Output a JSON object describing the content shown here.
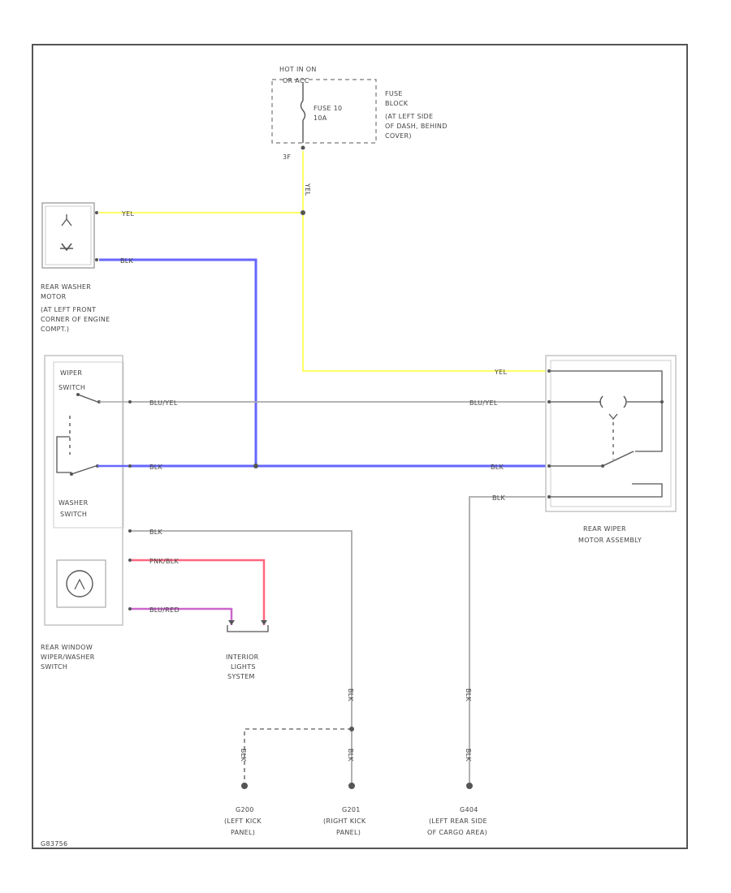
{
  "colors": {
    "frame": "#555555",
    "gray": "#a9a9a9",
    "yellow": "#ffff66",
    "blue": "#6666ff",
    "red": "#ff6680",
    "purple": "#cc66cc",
    "dark": "#555555"
  },
  "fuse_block": {
    "hot": [
      "HOT IN ON",
      "OR ACC"
    ],
    "fuse": [
      "FUSE 10",
      "10A"
    ],
    "location": [
      "FUSE",
      "BLOCK",
      "(AT LEFT SIDE",
      "OF DASH, BEHIND",
      "COVER)"
    ],
    "pin": "3F"
  },
  "washer_motor": {
    "label": [
      "REAR WASHER",
      "MOTOR",
      "(AT LEFT FRONT",
      "CORNER OF ENGINE",
      "COMPT.)"
    ],
    "icon": "motor-icon"
  },
  "switch_assembly": {
    "wiper_switch": [
      "WIPER",
      "SWITCH"
    ],
    "washer_switch": [
      "WASHER",
      "SWITCH"
    ],
    "label": [
      "REAR WINDOW",
      "WIPER/WASHER",
      "SWITCH"
    ],
    "icon": "lamp-icon"
  },
  "wiper_motor": {
    "label": [
      "REAR WIPER",
      "MOTOR ASSEMBLY"
    ],
    "icon": "motor-icon"
  },
  "interior_lights": {
    "label": [
      "INTERIOR",
      "LIGHTS",
      "SYSTEM"
    ]
  },
  "wires": {
    "yel_top": "YEL",
    "yel_washer": "YEL",
    "blk_washer": "BLK",
    "blu_yel_left": "BLU/YEL",
    "blu_yel_right": "BLU/YEL",
    "blk_left": "BLK",
    "blk_right": "BLK",
    "blk_ground_switch": "BLK",
    "pnk_blk": "PNK/BLK",
    "blu_red": "BLU/RED",
    "blk_motor": "BLK",
    "blk_v1": "BLK",
    "blk_v2": "BLK",
    "blk_v3": "BLK",
    "blk_v4": "BLK",
    "blk_v5": "BLK"
  },
  "grounds": [
    {
      "id": "G200",
      "label": [
        "G200",
        "(LEFT KICK",
        "PANEL)"
      ]
    },
    {
      "id": "G201",
      "label": [
        "G201",
        "(RIGHT KICK",
        "PANEL)"
      ]
    },
    {
      "id": "G404",
      "label": [
        "G404",
        "(LEFT REAR SIDE",
        "OF CARGO AREA)"
      ]
    }
  ],
  "diagram_code": "G83756"
}
